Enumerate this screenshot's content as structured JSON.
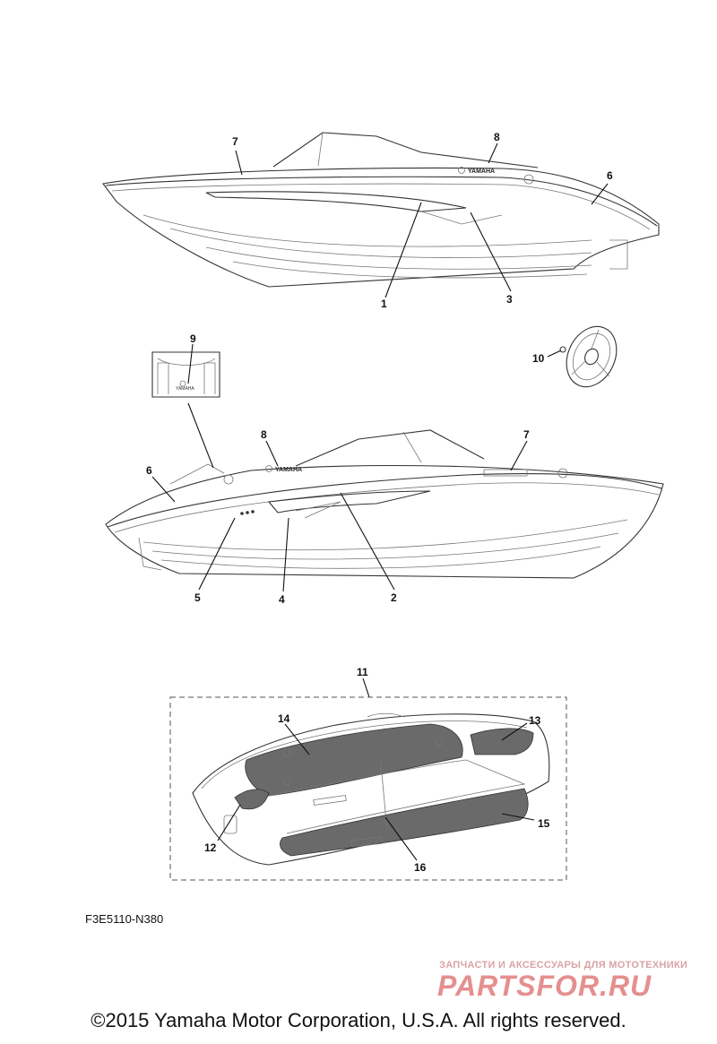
{
  "diagram": {
    "figure_code": "F3E5110-N380",
    "copyright": "©2015 Yamaha Motor Corporation, U.S.A. All rights reserved.",
    "watermark": {
      "tagline": "ЗАПЧАСТИ И АКСЕССУАРЫ ДЛЯ МОТОТЕХНИКИ",
      "logo": "PARTSFOR.RU"
    },
    "decal_brand_text": "YAMAHA",
    "callouts": {
      "upper_boat": [
        "7",
        "8",
        "6",
        "1",
        "3"
      ],
      "lower_boat": [
        "9",
        "10",
        "8",
        "7",
        "6",
        "5",
        "4",
        "2"
      ],
      "cockpit_kit": [
        "11",
        "14",
        "13",
        "12",
        "15",
        "16"
      ]
    }
  }
}
